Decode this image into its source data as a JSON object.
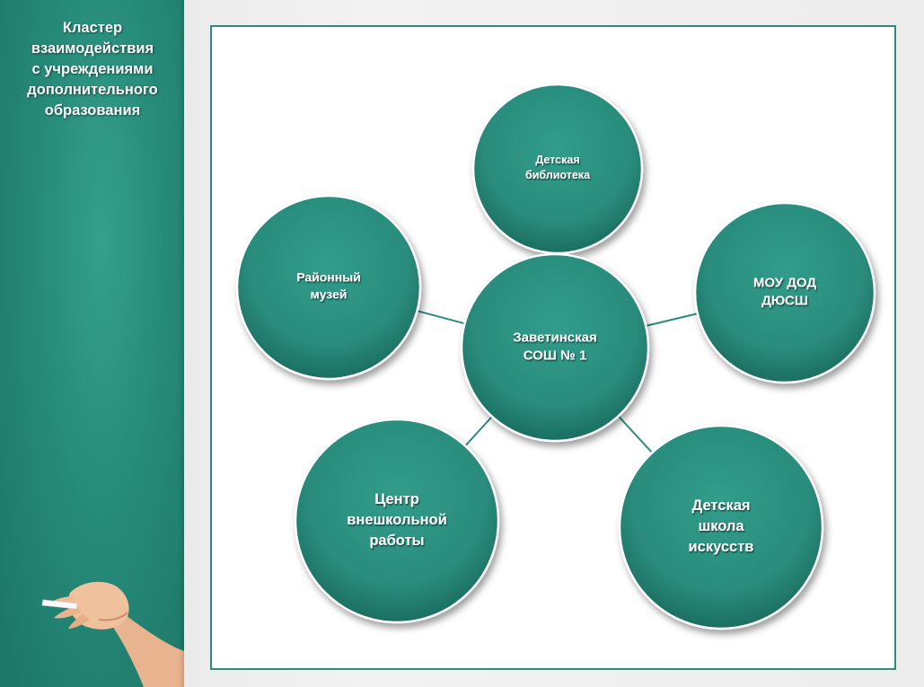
{
  "side_panel": {
    "title": "Кластер\nвзаимодействия\nс учреждениями\nдополнительного\nобразования"
  },
  "colors": {
    "panel": "#268a78",
    "node_fill": "#2a8c7c",
    "node_fill_dark": "#1b6e60",
    "connector": "#2a8c7c",
    "frame_border": "#2f8a7b"
  },
  "icons": {
    "decoration": "hand-with-chalk-icon"
  },
  "diagram": {
    "center": {
      "name": "node-zavetinskaya-sosh",
      "lines": [
        "Заветинская",
        "СОШ № 1"
      ]
    },
    "nodes": [
      {
        "name": "node-detskaya-biblioteka",
        "lines": [
          "Детская",
          "библиотека"
        ]
      },
      {
        "name": "node-mou-dod-dyussh",
        "lines": [
          "МОУ ДОД",
          "ДЮСШ"
        ]
      },
      {
        "name": "node-detskaya-shkola-iskusstv",
        "lines": [
          "Детская",
          "школа",
          "искусств"
        ]
      },
      {
        "name": "node-tsentr-vneshkolnoy-raboty",
        "lines": [
          "Центр",
          "внешкольной",
          "работы"
        ]
      },
      {
        "name": "node-rayonny-muzey",
        "lines": [
          "Районный",
          "музей"
        ]
      }
    ]
  }
}
